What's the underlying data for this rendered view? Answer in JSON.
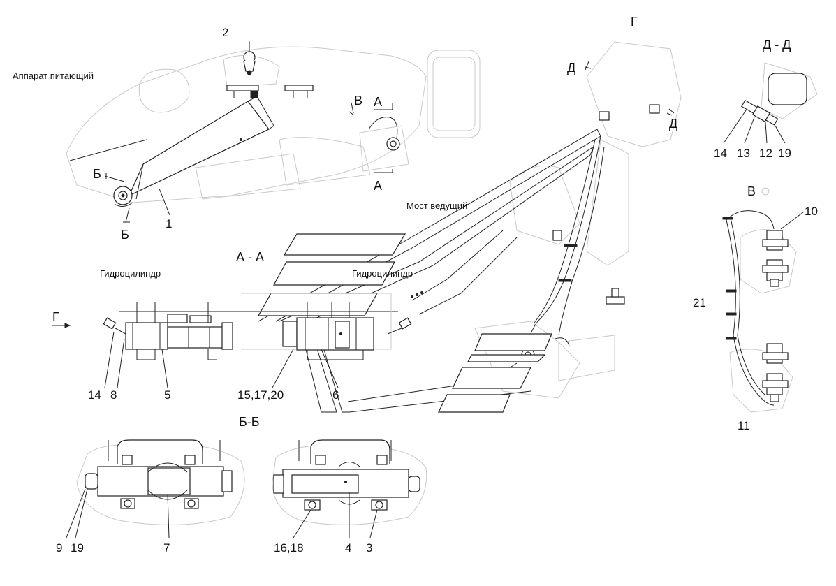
{
  "labels": {
    "apparatus": "Аппарат питающий",
    "bridge": "Мост ведущий",
    "hydro_left": "Гидроцилиндр",
    "hydro_right": "Гидроцилиндр"
  },
  "sections": {
    "aa": "А - А",
    "bb": "Б-Б",
    "dd": "Д - Д",
    "a_top": "А",
    "a_bot": "А",
    "b_top": "Б",
    "b_bot": "Б",
    "v_arrow": "В",
    "v_view": "В",
    "g_top": "Г",
    "g_left": "Г",
    "d_left": "Д",
    "d_right": "Д"
  },
  "callouts": {
    "n2": "2",
    "n1": "1",
    "n14_dd": "14",
    "n13": "13",
    "n12": "12",
    "n19_dd": "19",
    "n10": "10",
    "n21": "21",
    "n11": "11",
    "n14_aa": "14",
    "n8": "8",
    "n5": "5",
    "n15": "15,17,20",
    "n6": "6",
    "n9": "9",
    "n19_bb": "19",
    "n7": "7",
    "n16": "16,18",
    "n4": "4",
    "n3": "3"
  }
}
